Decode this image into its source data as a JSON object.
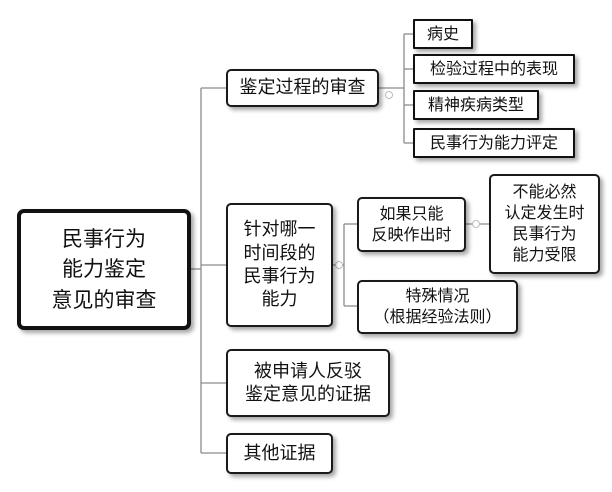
{
  "diagram": {
    "root": "民事行为\n能力鉴定\n意见的审查",
    "branches": [
      {
        "label": "鉴定过程的审查",
        "children": [
          "病史",
          "检验过程中的表现",
          "精神疾病类型",
          "民事行为能力评定"
        ]
      },
      {
        "label": "针对哪一\n时间段的\n民事行为\n能力",
        "children": [
          {
            "label": "如果只能\n反映作出时",
            "children": [
              "不能必然\n认定发生时\n民事行为\n能力受限"
            ]
          },
          {
            "label": "特殊情况\n（根据经验法则）"
          }
        ]
      },
      {
        "label": "被申请人反驳\n鉴定意见的证据"
      },
      {
        "label": "其他证据"
      }
    ]
  },
  "colors": {
    "border": "#1a1a1a",
    "connector": "#8c8c8c",
    "collapse_marker": "#bdbdbd",
    "background": "#ffffff"
  }
}
